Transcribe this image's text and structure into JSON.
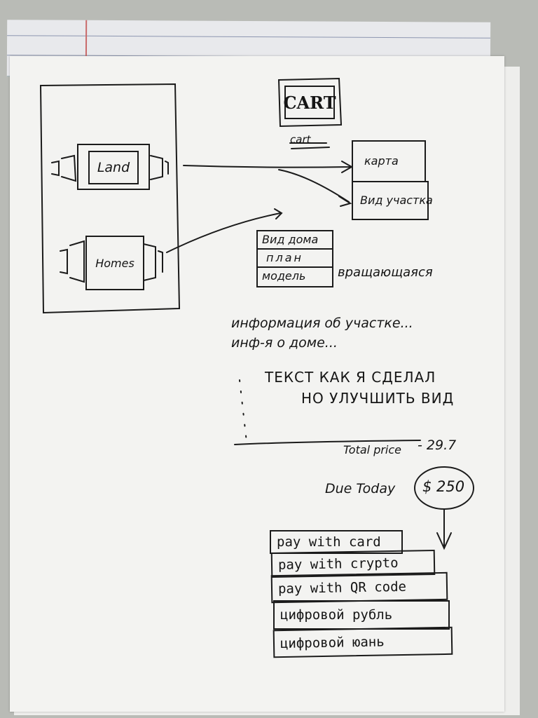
{
  "sketch": {
    "left_screen": {
      "land_card": "Land",
      "homes_card": "Homes"
    },
    "cart": {
      "title": "CART",
      "crossed_word": "cart",
      "land_panel": [
        "карта",
        "Вид участка"
      ],
      "home_panel": [
        "Вид дома",
        "план",
        "модель"
      ],
      "home_panel_note": "вращающаяся",
      "info_lines": [
        "информация об участке...",
        "инф-я о доме..."
      ],
      "text_note": [
        "текст как я сделал",
        "но улучшить вид"
      ],
      "total_label": "Total price",
      "total_value": "- 29.7",
      "due_label": "Due Today",
      "due_value": "$ 250",
      "payment_options": [
        "pay with card",
        "pay with crypto",
        "pay with QR code",
        "цифровой рубль",
        "цифровой юань"
      ]
    }
  }
}
